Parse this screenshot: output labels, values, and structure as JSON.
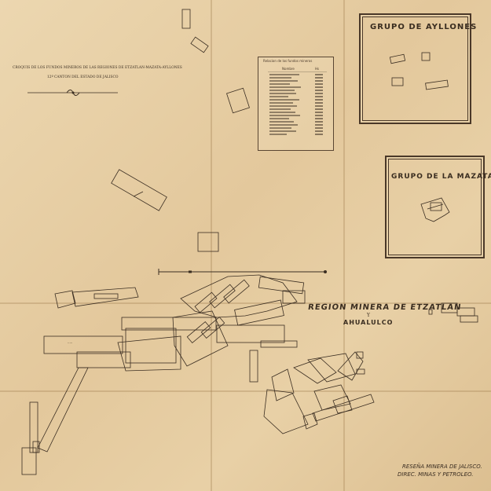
{
  "header": {
    "line1": "CROQUIS DE LOS FUNDOS MINEROS DE LAS REGIONES DE ETZATLAN-MAZATA-AYLLONES",
    "line2": "12º CANTON DEL ESTADO DE JALISCO"
  },
  "inset_ayllones": {
    "title": "GRUPO DE AYLLONES"
  },
  "inset_mazata": {
    "title": "GRUPO DE LA MAZATA"
  },
  "main_title": {
    "line1": "REGION MINERA DE ETZATLAN",
    "line2": "Y",
    "line3": "AHUALULCO"
  },
  "credits": {
    "line1": "RESEÑA MINERA DE JALISCO.",
    "line2": "DIREC. MINAS Y PETROLEO."
  },
  "legend": {
    "header": "Relacion de los fundos mineros",
    "col_name": "Nombre",
    "col_ha": "Hs"
  },
  "colors": {
    "paper": "#e6cfa6",
    "ink": "#3b2e22",
    "fold": "#b08e5e"
  }
}
